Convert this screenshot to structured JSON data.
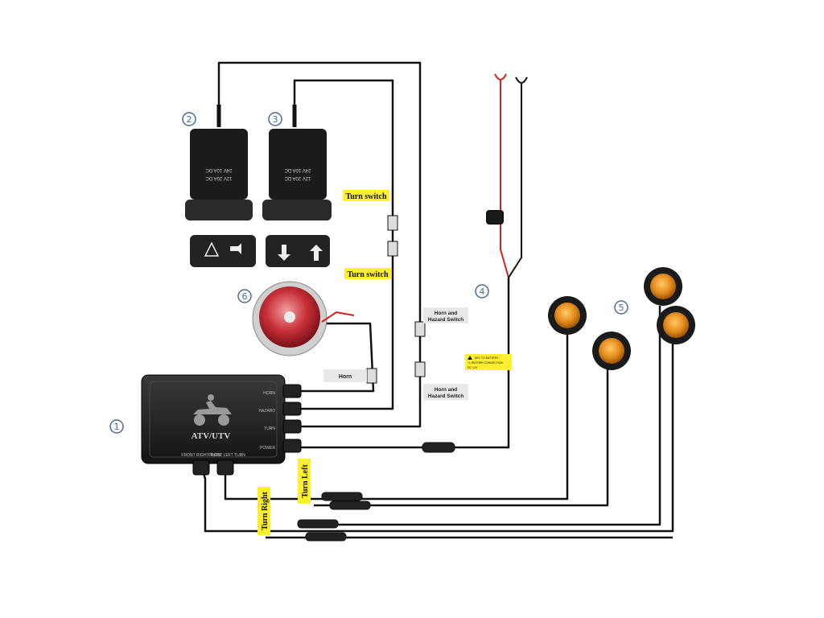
{
  "components": {
    "controller": {
      "number": "1",
      "brand": "ATV/UTV",
      "ports": [
        "HORN",
        "HAZARD",
        "TURN",
        "POWER"
      ],
      "outputs": {
        "right": "FRONT RIGHT TURN",
        "left": "FRONT LEFT TURN"
      }
    },
    "hazard_switch": {
      "number": "2",
      "rating_line1": "24V 10A DC",
      "rating_line2": "12V 20A DC",
      "face_left": "HAZARD",
      "face_right": "HORN"
    },
    "turn_switch_rocker": {
      "number": "3",
      "rating_line1": "24V 10A DC",
      "rating_line2": "12V 20A DC"
    },
    "power_harness": {
      "number": "4",
      "warning_line1": "KEY TO BATTERY",
      "warning_line2": "+/- BEFORE CONNECTION",
      "warning_line3": "DC 12V"
    },
    "lights": {
      "number": "5"
    },
    "horn": {
      "number": "6"
    }
  },
  "labels": {
    "turn_switch_upper": "Turn switch",
    "turn_switch_lower": "Turn switch",
    "horn_hazard_upper": [
      "Horn and",
      "Hazard Switch"
    ],
    "horn_hazard_lower": [
      "Horn and",
      "Hazard Switch"
    ],
    "horn": "Horn",
    "turn_right": "Turn Right",
    "turn_left": "Turn Left"
  },
  "colors": {
    "wire": "#111111",
    "power_wire": "#d42020",
    "label_yellow": "#ffef2e",
    "label_grey": "#e8e8e8",
    "number_blue": "#4a6a9a",
    "lamp_amber": "#e48a1c"
  }
}
